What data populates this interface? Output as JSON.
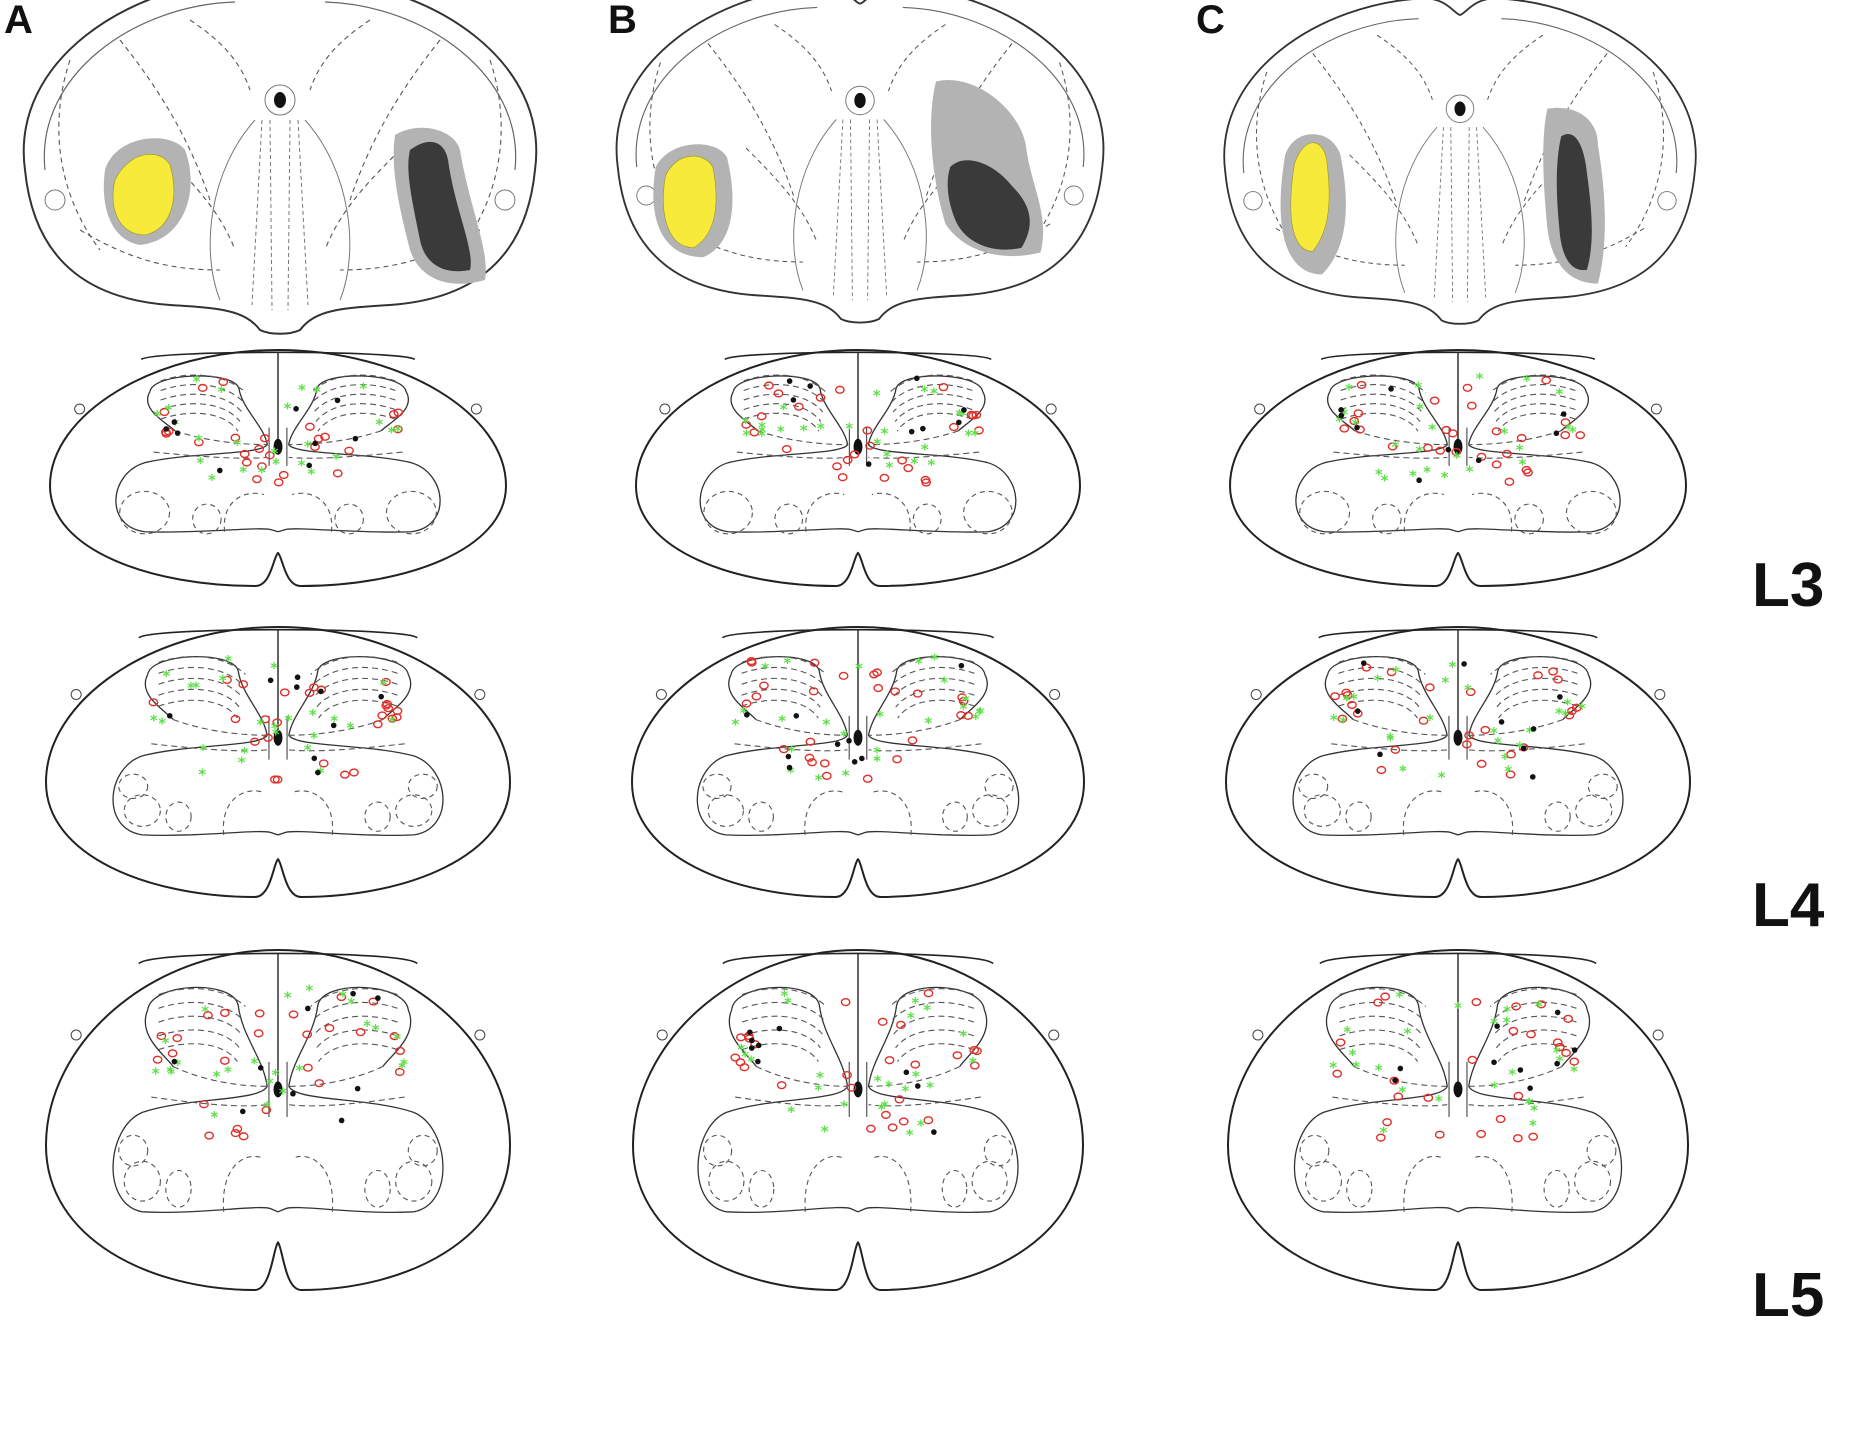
{
  "panels": [
    {
      "label": "A"
    },
    {
      "label": "B"
    },
    {
      "label": "C"
    }
  ],
  "levels": [
    {
      "label": "L3"
    },
    {
      "label": "L4"
    },
    {
      "label": "L5"
    }
  ],
  "colors": {
    "outline": "#333333",
    "dashed": "#555555",
    "lesion_yellow": "#f7ea3a",
    "lesion_dark": "#3a3a3a",
    "lesion_halo": "#b3b3b3",
    "marker_red": "#e0302a",
    "marker_green": "#5fe04a",
    "marker_black": "#111111"
  }
}
